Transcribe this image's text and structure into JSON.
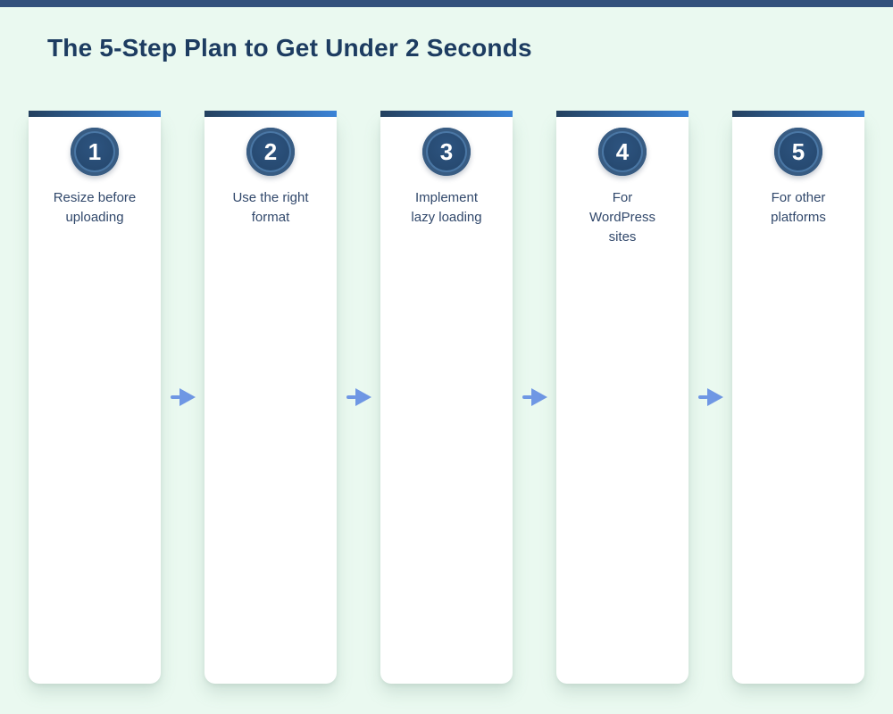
{
  "page": {
    "title": "The 5-Step Plan to Get Under 2 Seconds"
  },
  "colors": {
    "page_background": "#eaf9f0",
    "top_bar": "#33517c",
    "accent_bar_start": "#24405f",
    "accent_bar_end": "#3b84d9",
    "circle_fill": "#25476d",
    "circle_fill_light": "#2d5480",
    "circle_ring": "#4a77a5",
    "circle_number": "#ffffff",
    "title_text": "#1d3c61",
    "step_label_text": "#31486b",
    "arrow": "#6f97e4",
    "card_background": "#ffffff"
  },
  "steps": [
    {
      "number": "1",
      "label": "Resize before uploading"
    },
    {
      "number": "2",
      "label": "Use the right format"
    },
    {
      "number": "3",
      "label": "Implement lazy loading"
    },
    {
      "number": "4",
      "label": "For WordPress sites"
    },
    {
      "number": "5",
      "label": "For other platforms"
    }
  ]
}
